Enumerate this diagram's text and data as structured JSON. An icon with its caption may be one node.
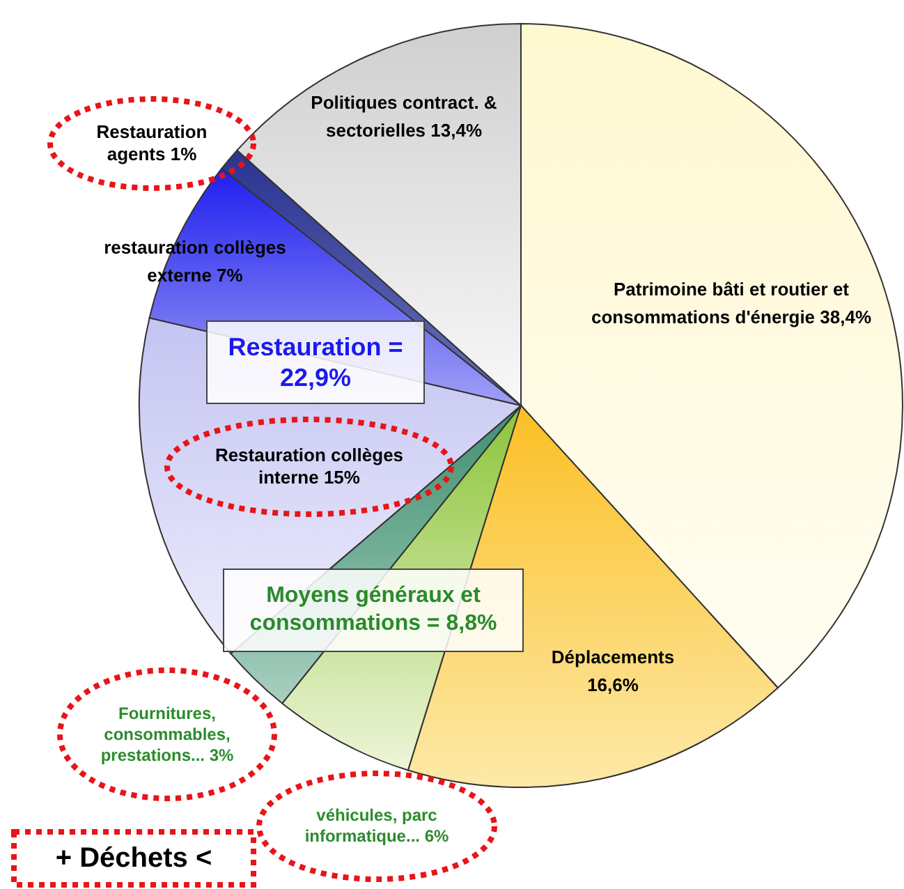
{
  "diagram": {
    "nodes": [
      {
        "text": [
          "Restauration agents 1%"
        ]
      },
      {
        "text": [
          "Restauration = 22,9%"
        ]
      },
      {
        "text": [
          "Restauration collèges interne 15%"
        ]
      },
      {
        "text": [
          "Moyens généraux et consommations = 8,8%"
        ]
      },
      {
        "text": [
          "Fournitures, consommables, prestations... 3%"
        ]
      },
      {
        "text": [
          "véhicules, parc informatique... 6%"
        ]
      },
      {
        "text": [
          "+ Déchets <"
        ]
      }
    ],
    "edges": [],
    "labels": [
      "Politiques contract. & sectorielles 13,4%",
      "restauration collèges externe 7%",
      "Patrimoine bâti et routier et consommations d'énergie 38,4%",
      "Déplacements 16,6%"
    ]
  }
}
